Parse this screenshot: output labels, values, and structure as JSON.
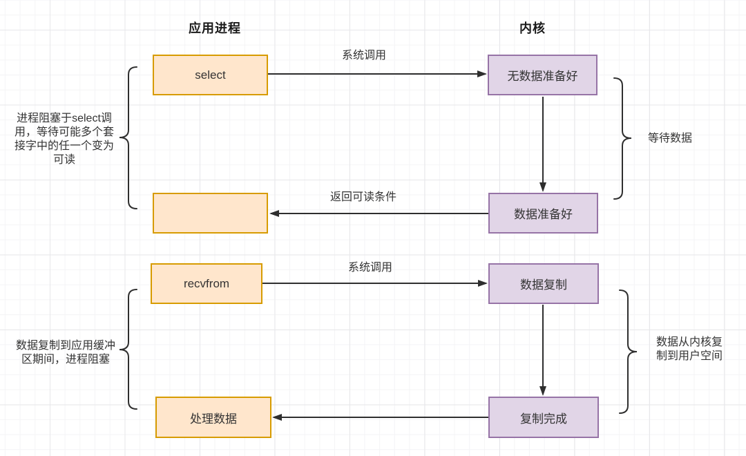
{
  "headers": {
    "app": "应用进程",
    "kernel": "内核"
  },
  "boxes": {
    "select": "select",
    "select_return": "",
    "recvfrom": "recvfrom",
    "process_data": "处理数据",
    "no_data_ready": "无数据准备好",
    "data_ready": "数据准备好",
    "data_copy": "数据复制",
    "copy_complete": "复制完成"
  },
  "arrow_labels": {
    "syscall_select": "系统调用",
    "return_readable": "返回可读条件",
    "syscall_recvfrom": "系统调用"
  },
  "annotations": {
    "select_blocking": {
      "lines": [
        "进程阻塞于select调",
        "用，等待可能多个套",
        "接字中的任一个变为",
        "可读"
      ]
    },
    "wait_data": "等待数据",
    "copy_blocking": {
      "lines": [
        "数据复制到应用缓冲",
        "区期间，进程阻塞"
      ]
    },
    "kernel_copy": {
      "lines": [
        "数据从内核复",
        "制到用户空间"
      ]
    }
  },
  "colors": {
    "app_box_fill": "#ffe6cc",
    "app_box_border": "#d79b00",
    "kernel_box_fill": "#e1d5e7",
    "kernel_box_border": "#9673a6",
    "line": "#2e2e2e",
    "text": "#333333"
  }
}
